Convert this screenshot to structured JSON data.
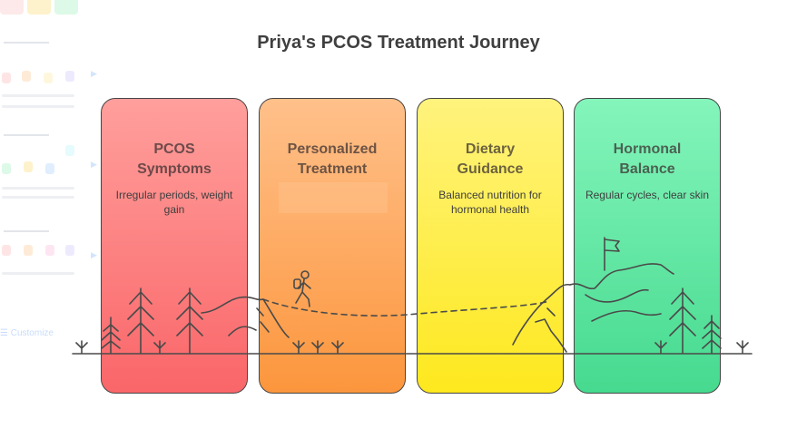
{
  "title": "Priya's PCOS Treatment Journey",
  "side_panel": {
    "customize_label": "Customize"
  },
  "stages": [
    {
      "title": "PCOS\nSymptoms",
      "description": "Irregular periods, weight gain",
      "color_top": "#ff9f9c",
      "color_bottom": "#fa6669"
    },
    {
      "title": "Personalized\nTreatment",
      "description": "",
      "color_top": "#ffc08a",
      "color_bottom": "#fc963d"
    },
    {
      "title": "Dietary\nGuidance",
      "description": "Balanced nutrition for hormonal health",
      "color_top": "#fff37d",
      "color_bottom": "#fee81e"
    },
    {
      "title": "Hormonal\nBalance",
      "description": "Regular cycles, clear skin",
      "color_top": "#84f5bb",
      "color_bottom": "#46da8f"
    }
  ],
  "icons": [
    "pine-tree-icon",
    "hiker-icon",
    "mountain-icon",
    "flag-icon",
    "grass-tuft-icon"
  ]
}
